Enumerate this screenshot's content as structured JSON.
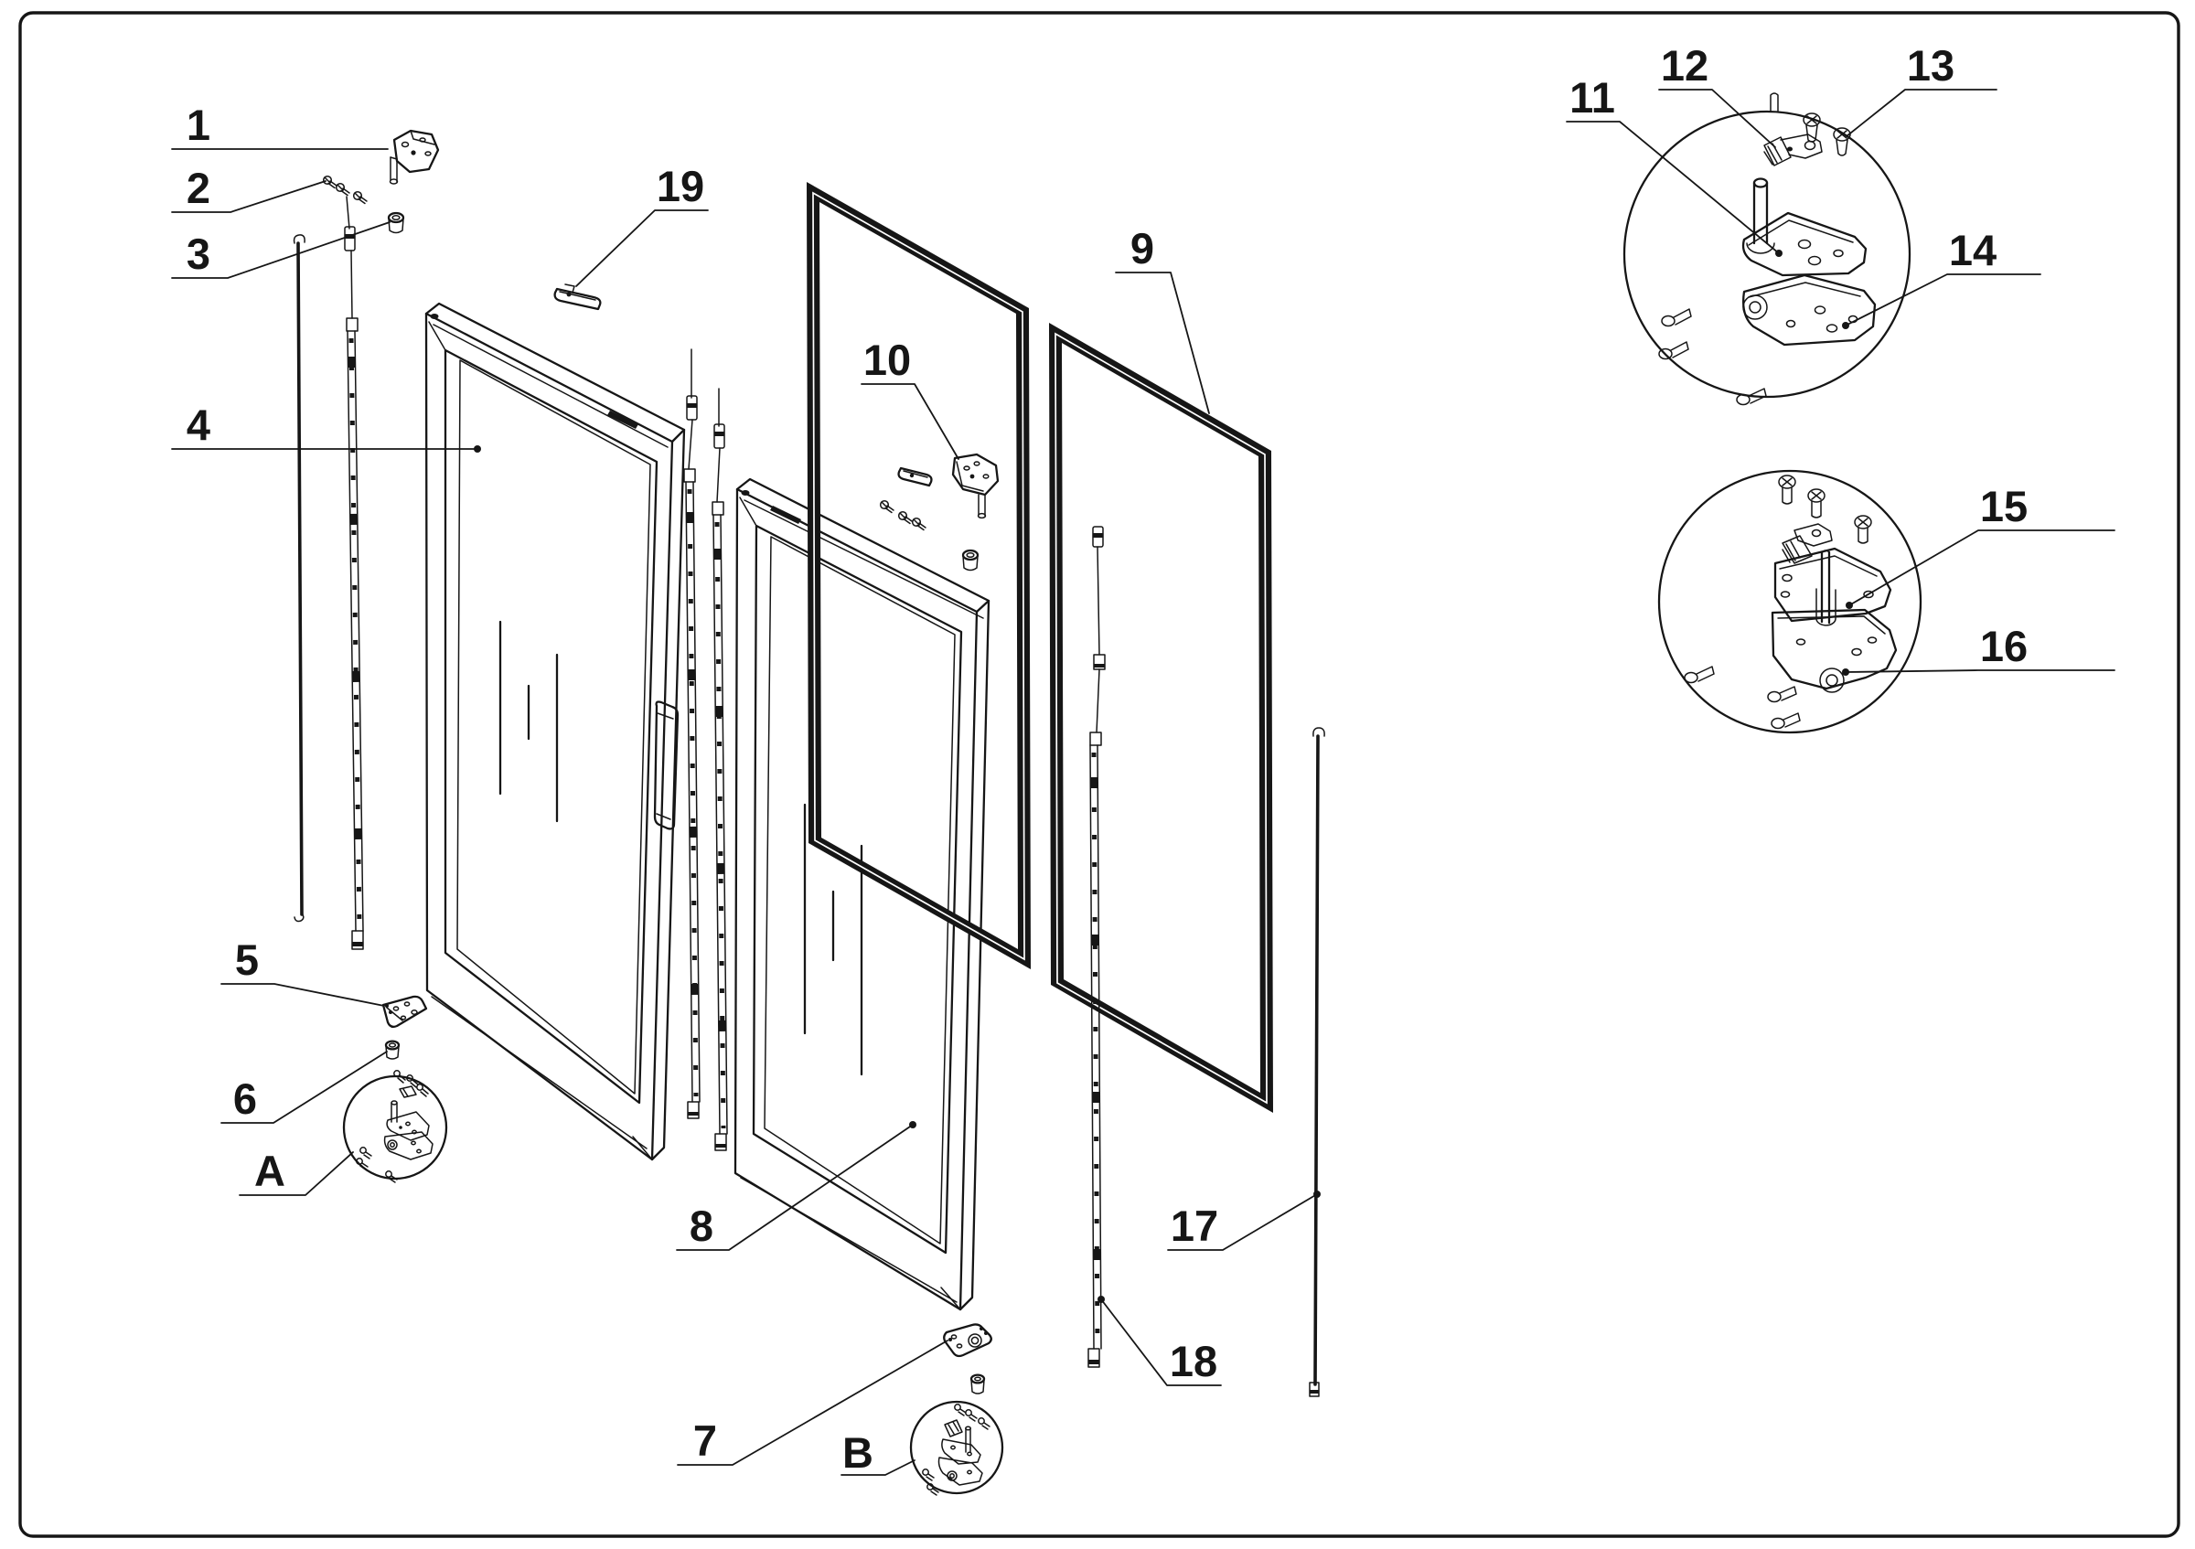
{
  "figure": {
    "type": "exploded-parts-diagram",
    "background_color": "#ffffff",
    "line_color": "#161616"
  },
  "callouts": {
    "c1": {
      "label": "1"
    },
    "c2": {
      "label": "2"
    },
    "c3": {
      "label": "3"
    },
    "c4": {
      "label": "4"
    },
    "c5": {
      "label": "5"
    },
    "c6": {
      "label": "6"
    },
    "c7": {
      "label": "7"
    },
    "c8": {
      "label": "8"
    },
    "c9": {
      "label": "9"
    },
    "c10": {
      "label": "10"
    },
    "c11": {
      "label": "11"
    },
    "c12": {
      "label": "12"
    },
    "c13": {
      "label": "13"
    },
    "c14": {
      "label": "14"
    },
    "c15": {
      "label": "15"
    },
    "c16": {
      "label": "16"
    },
    "c17": {
      "label": "17"
    },
    "c18": {
      "label": "18"
    },
    "c19": {
      "label": "19"
    },
    "cA": {
      "label": "A"
    },
    "cB": {
      "label": "B"
    }
  }
}
